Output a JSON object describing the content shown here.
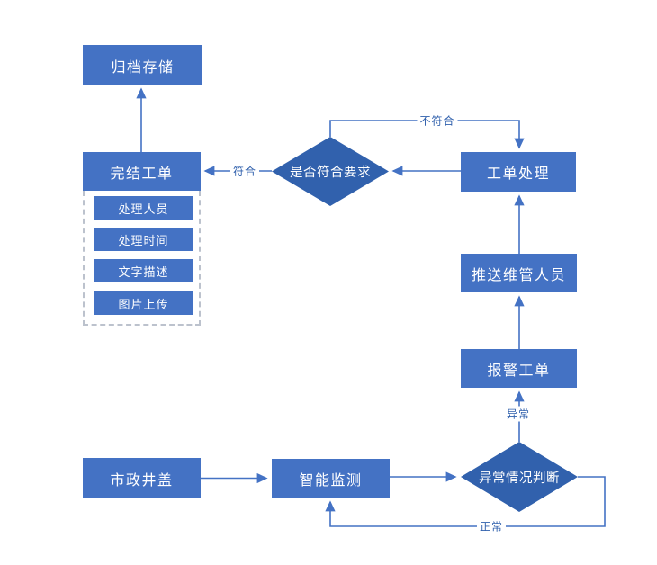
{
  "diagram": {
    "type": "flowchart",
    "background": "#FFFFFF",
    "colors": {
      "process_fill": "#4472C4",
      "decision_fill": "#3161AD",
      "connector_line": "#4472C4",
      "node_text": "#FFFFFF",
      "edge_label_text": "#3161AD",
      "group_dashed_border": "#BCC2CD"
    },
    "nodes": {
      "archive": "归档存储",
      "complete": "完结工单",
      "decision_meet": "是否符合要求",
      "process": "工单处理",
      "push": "推送维管人员",
      "alarm": "报警工单",
      "decision_abnormal": "异常情况判断",
      "manhole": "市政井盖",
      "monitor": "智能监测"
    },
    "complete_details": [
      "处理人员",
      "处理时间",
      "文字描述",
      "图片上传"
    ],
    "edge_labels": {
      "not_meet": "不符合",
      "meet": "符合",
      "abnormal": "异常",
      "normal": "正常"
    }
  }
}
